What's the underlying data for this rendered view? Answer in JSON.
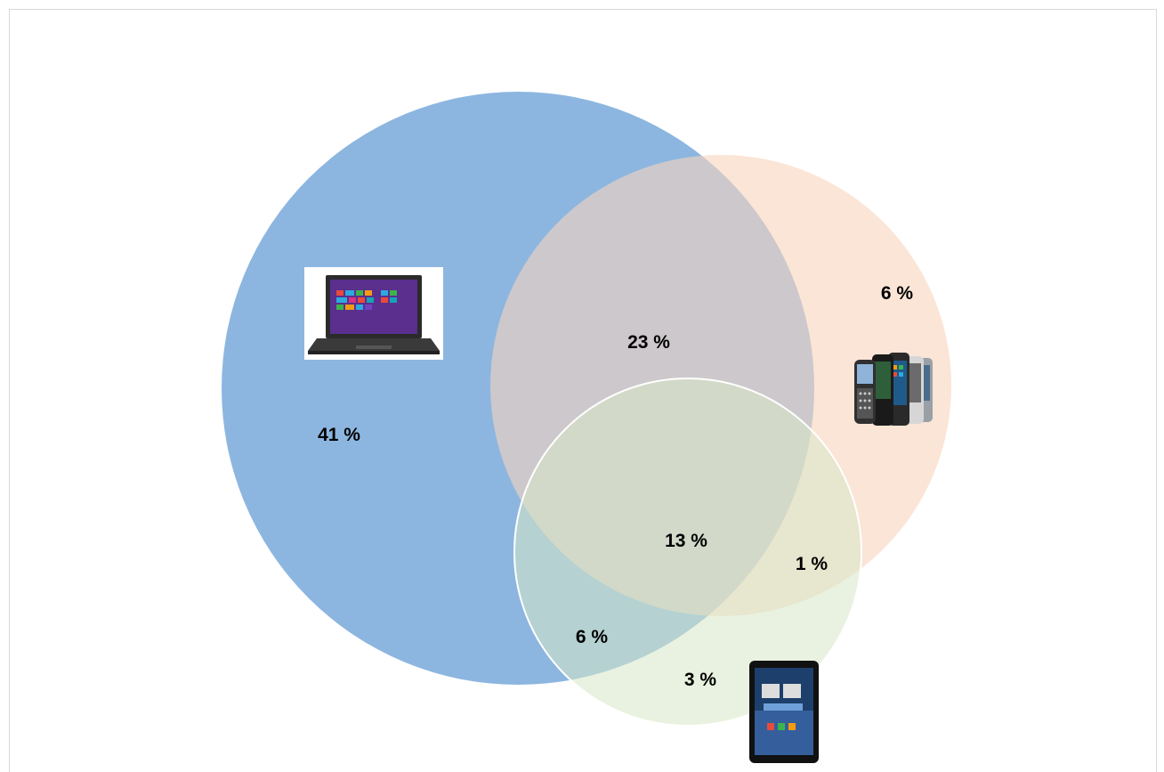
{
  "diagram": {
    "type": "venn",
    "sets": [
      {
        "id": "laptop",
        "icon": "laptop-icon",
        "color": "#8cb6e0",
        "opacity": 1
      },
      {
        "id": "smartphone",
        "icon": "smartphone-icon",
        "color": "#f9d4bd",
        "opacity": 0.6
      },
      {
        "id": "tablet",
        "icon": "tablet-icon",
        "color": "#d7e8c6",
        "opacity": 0.55
      }
    ],
    "regions": [
      {
        "sets": [
          "laptop"
        ],
        "label": "41 %"
      },
      {
        "sets": [
          "laptop",
          "smartphone"
        ],
        "label": "23 %"
      },
      {
        "sets": [
          "smartphone"
        ],
        "label": "6 %"
      },
      {
        "sets": [
          "laptop",
          "smartphone",
          "tablet"
        ],
        "label": "13 %"
      },
      {
        "sets": [
          "smartphone",
          "tablet"
        ],
        "label": "1 %"
      },
      {
        "sets": [
          "laptop",
          "tablet"
        ],
        "label": "6 %"
      },
      {
        "sets": [
          "tablet"
        ],
        "label": "3 %"
      }
    ]
  }
}
